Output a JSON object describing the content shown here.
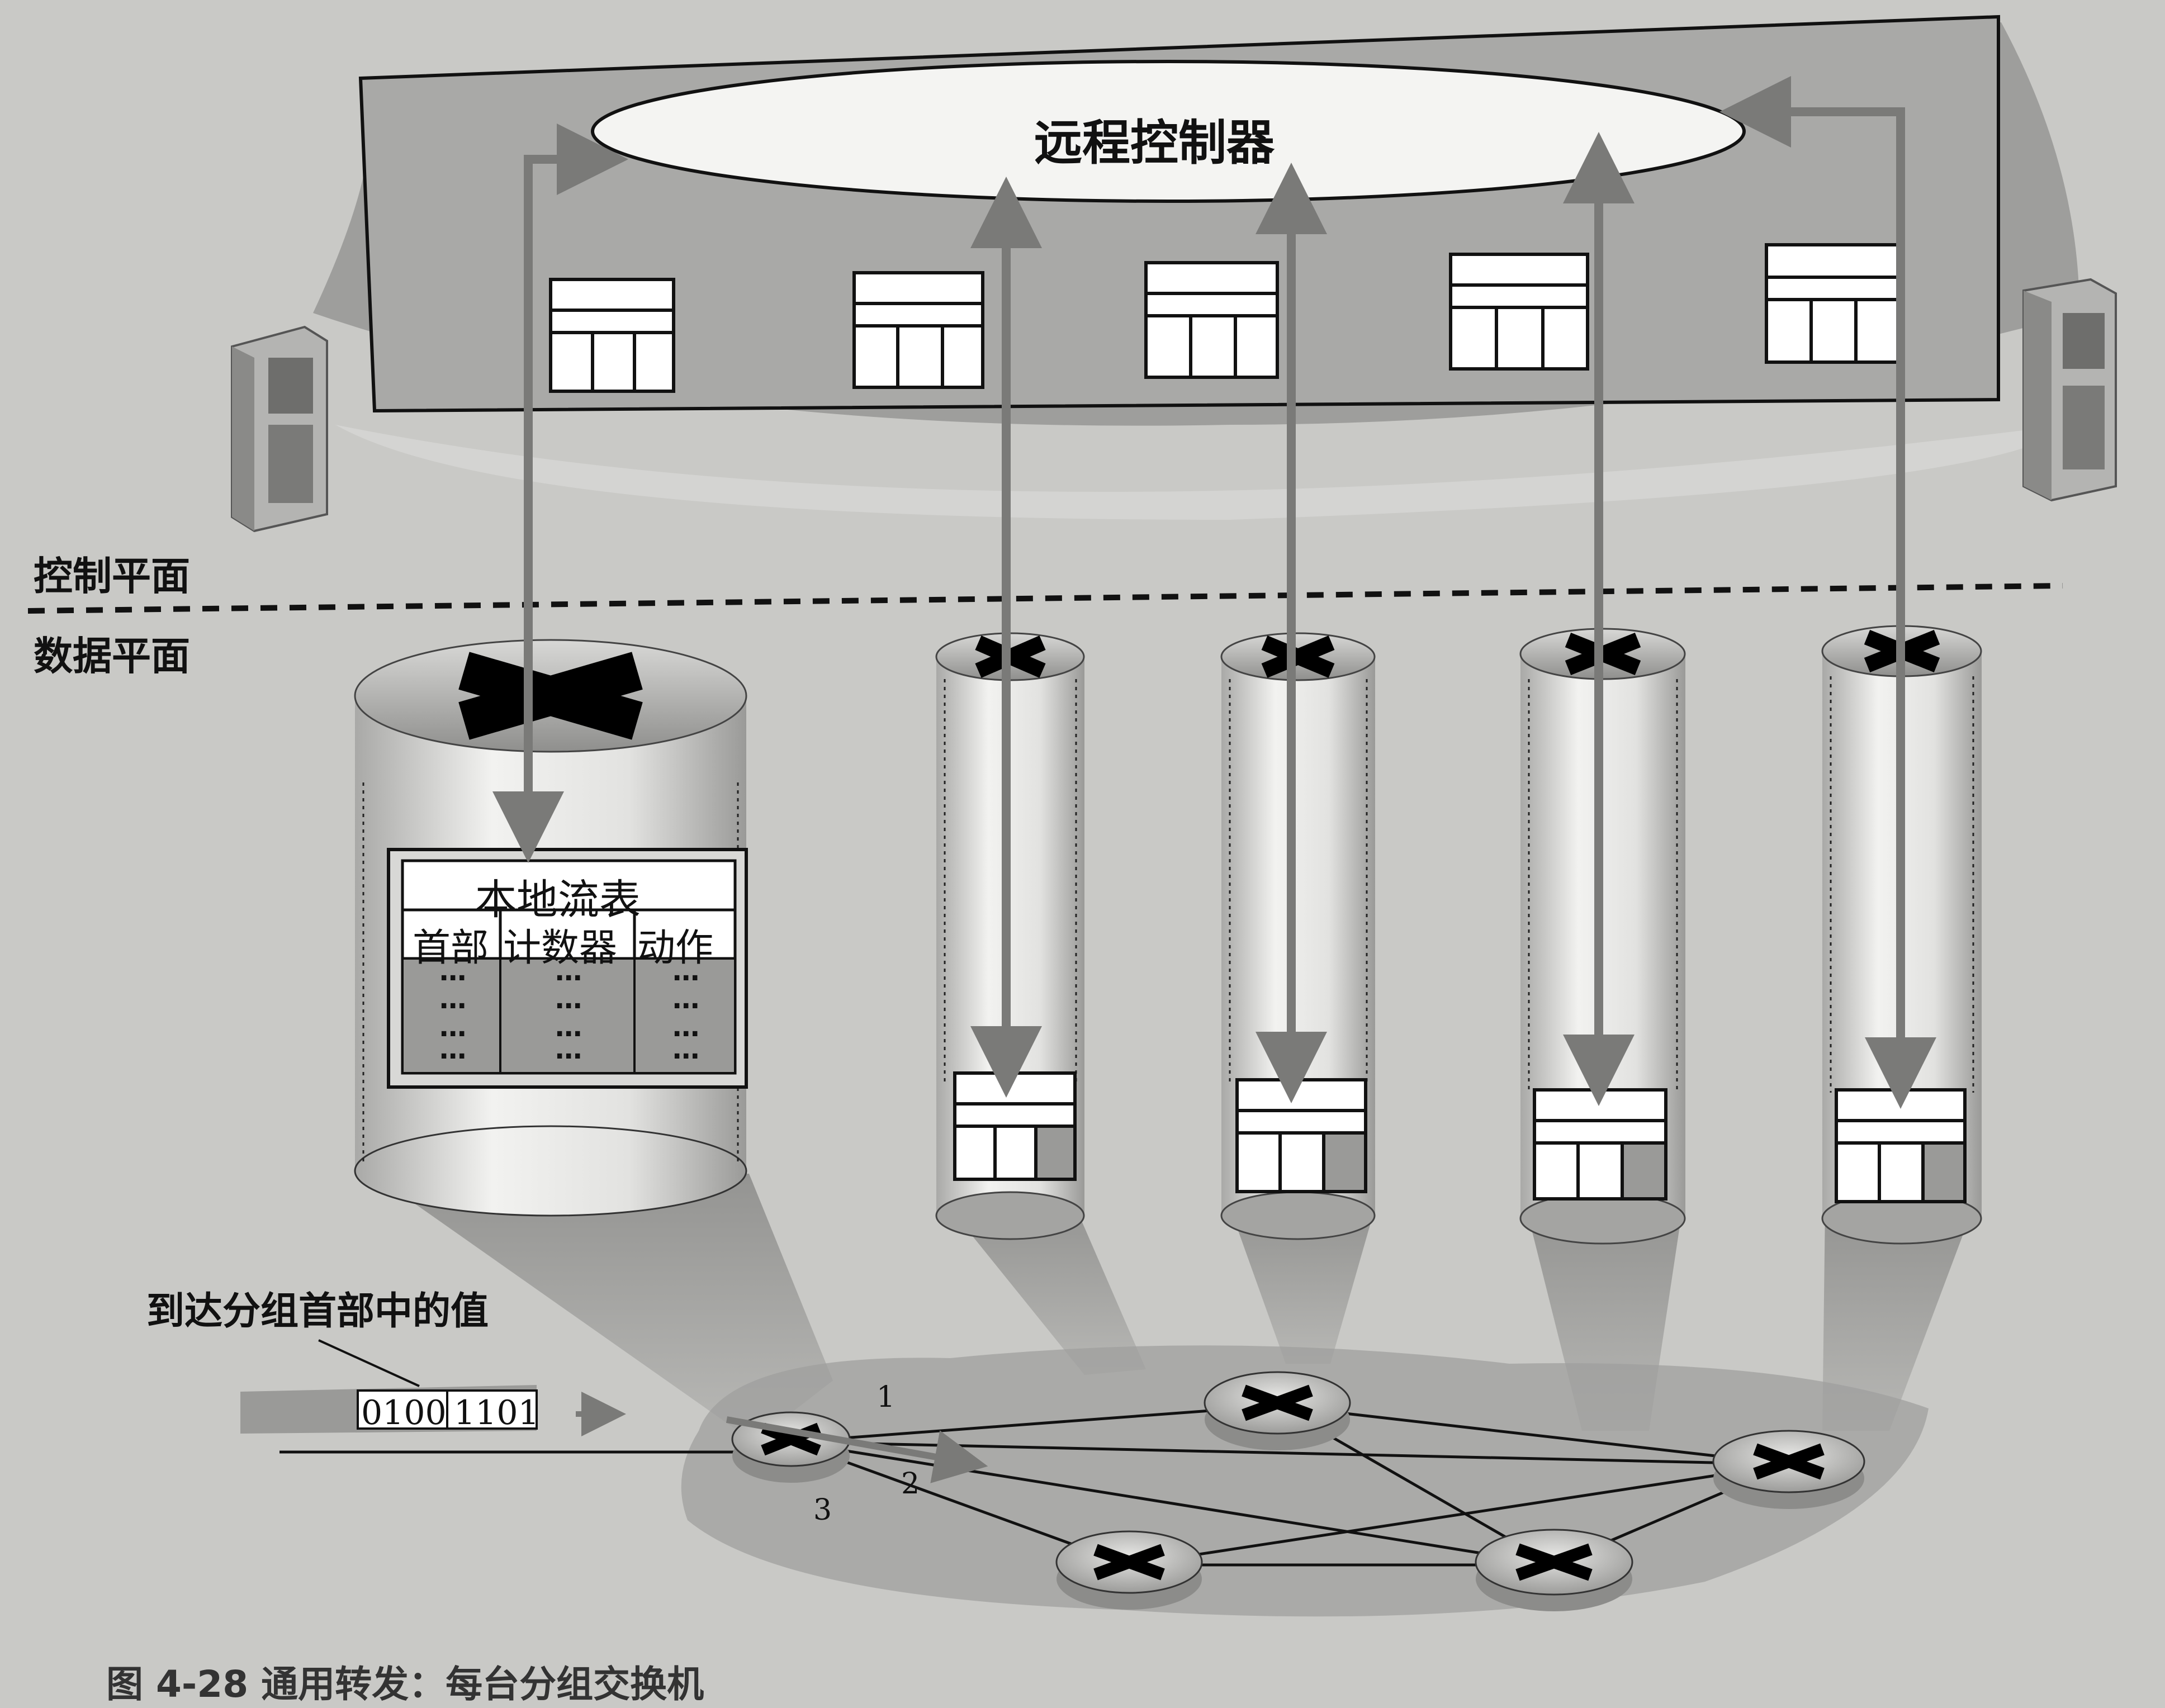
{
  "diagram": {
    "controller_label": "远程控制器",
    "control_plane_label": "控制平面",
    "data_plane_label": "数据平面",
    "flow_table": {
      "title": "本地流表",
      "columns": [
        "首部",
        "计数器",
        "动作"
      ],
      "cell_placeholder": "⋯"
    },
    "packet": {
      "caption": "到达分组首部中的值",
      "bits_a": "0100",
      "bits_b": "1101"
    },
    "ports": {
      "p1": "1",
      "p2": "2",
      "p3": "3"
    },
    "figure_caption": "图 4-28 通用转发：每台分组交换机"
  },
  "colors": {
    "background": "#c9c9c6",
    "arrow": "#7a7a78",
    "outline": "#111111",
    "table_fill": "#ffffff",
    "shadow": "#9e9e9c"
  },
  "icons": [
    "server-icon",
    "router-icon",
    "arrow-right-icon"
  ]
}
